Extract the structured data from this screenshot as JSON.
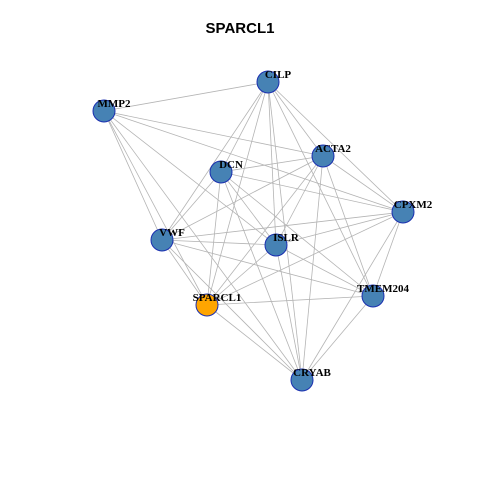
{
  "title": "SPARCL1",
  "colors": {
    "node_fill": "#4682b4",
    "hub_fill": "#ffa500",
    "node_stroke": "#1a2fb0",
    "edge": "#b4b4b4"
  },
  "nodes": [
    {
      "id": "CILP",
      "label": "CILP",
      "hub": false
    },
    {
      "id": "MMP2",
      "label": "MMP2",
      "hub": false
    },
    {
      "id": "ACTA2",
      "label": "ACTA2",
      "hub": false
    },
    {
      "id": "DCN",
      "label": "DCN",
      "hub": false
    },
    {
      "id": "CPXM2",
      "label": "CPXM2",
      "hub": false
    },
    {
      "id": "VWF",
      "label": "VWF",
      "hub": false
    },
    {
      "id": "ISLR",
      "label": "ISLR",
      "hub": false
    },
    {
      "id": "TMEM204",
      "label": "TMEM204",
      "hub": false
    },
    {
      "id": "SPARCL1",
      "label": "SPARCL1",
      "hub": true
    },
    {
      "id": "CRYAB",
      "label": "CRYAB",
      "hub": false
    }
  ],
  "edges": [
    [
      "CILP",
      "MMP2"
    ],
    [
      "CILP",
      "ACTA2"
    ],
    [
      "CILP",
      "DCN"
    ],
    [
      "CILP",
      "CPXM2"
    ],
    [
      "CILP",
      "VWF"
    ],
    [
      "CILP",
      "ISLR"
    ],
    [
      "CILP",
      "TMEM204"
    ],
    [
      "CILP",
      "SPARCL1"
    ],
    [
      "CILP",
      "CRYAB"
    ],
    [
      "MMP2",
      "ACTA2"
    ],
    [
      "MMP2",
      "CPXM2"
    ],
    [
      "MMP2",
      "VWF"
    ],
    [
      "MMP2",
      "ISLR"
    ],
    [
      "MMP2",
      "SPARCL1"
    ],
    [
      "MMP2",
      "CRYAB"
    ],
    [
      "ACTA2",
      "DCN"
    ],
    [
      "ACTA2",
      "CPXM2"
    ],
    [
      "ACTA2",
      "VWF"
    ],
    [
      "ACTA2",
      "ISLR"
    ],
    [
      "ACTA2",
      "TMEM204"
    ],
    [
      "ACTA2",
      "SPARCL1"
    ],
    [
      "ACTA2",
      "CRYAB"
    ],
    [
      "DCN",
      "CPXM2"
    ],
    [
      "DCN",
      "VWF"
    ],
    [
      "DCN",
      "ISLR"
    ],
    [
      "DCN",
      "TMEM204"
    ],
    [
      "DCN",
      "SPARCL1"
    ],
    [
      "DCN",
      "CRYAB"
    ],
    [
      "CPXM2",
      "VWF"
    ],
    [
      "CPXM2",
      "ISLR"
    ],
    [
      "CPXM2",
      "TMEM204"
    ],
    [
      "CPXM2",
      "SPARCL1"
    ],
    [
      "CPXM2",
      "CRYAB"
    ],
    [
      "VWF",
      "ISLR"
    ],
    [
      "VWF",
      "TMEM204"
    ],
    [
      "VWF",
      "SPARCL1"
    ],
    [
      "VWF",
      "CRYAB"
    ],
    [
      "ISLR",
      "TMEM204"
    ],
    [
      "ISLR",
      "SPARCL1"
    ],
    [
      "ISLR",
      "CRYAB"
    ],
    [
      "TMEM204",
      "SPARCL1"
    ],
    [
      "TMEM204",
      "CRYAB"
    ],
    [
      "SPARCL1",
      "CRYAB"
    ]
  ]
}
